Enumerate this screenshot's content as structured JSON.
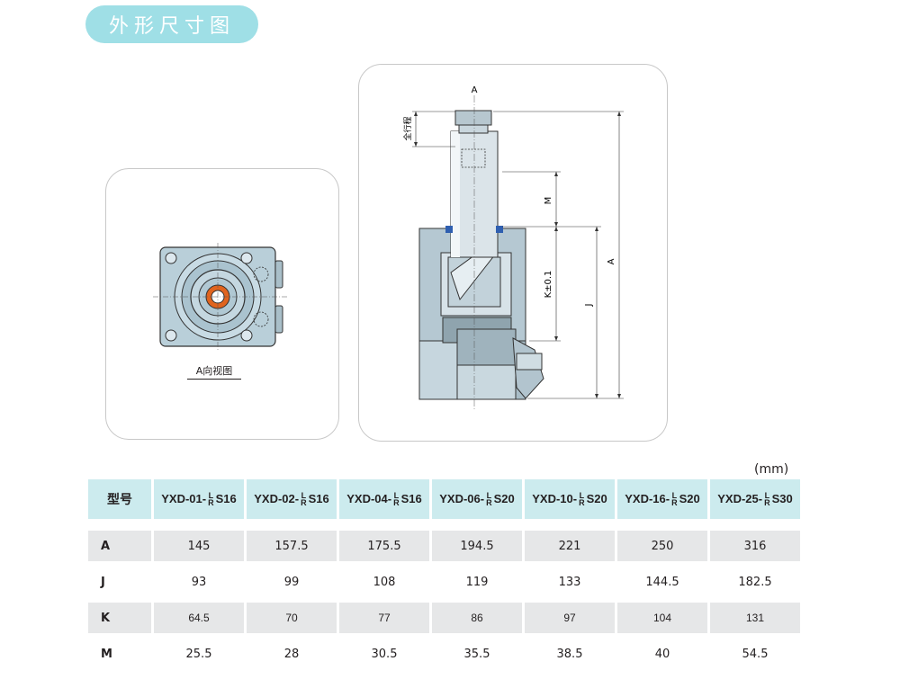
{
  "section_title": "外形尺寸图",
  "left_view": {
    "caption": "A向视图"
  },
  "drawing": {
    "label_top": "A",
    "label_stroke": "全行程",
    "label_M": "M",
    "label_K": "K±0.1",
    "label_J": "J",
    "label_A": "A"
  },
  "unit": "(mm)",
  "table": {
    "header_label": "型号",
    "models": [
      {
        "prefix": "YXD-01-",
        "suffix": "S16"
      },
      {
        "prefix": "YXD-02-",
        "suffix": "S16"
      },
      {
        "prefix": "YXD-04-",
        "suffix": "S16"
      },
      {
        "prefix": "YXD-06-",
        "suffix": "S20"
      },
      {
        "prefix": "YXD-10-",
        "suffix": "S20"
      },
      {
        "prefix": "YXD-16-",
        "suffix": "S20"
      },
      {
        "prefix": "YXD-25-",
        "suffix": "S30"
      }
    ],
    "lr_top": "L",
    "lr_bottom": "R",
    "rows": [
      {
        "label": "A",
        "values": [
          "145",
          "157.5",
          "175.5",
          "194.5",
          "221",
          "250",
          "316"
        ]
      },
      {
        "label": "J",
        "values": [
          "93",
          "99",
          "108",
          "119",
          "133",
          "144.5",
          "182.5"
        ]
      },
      {
        "label": "K",
        "values": [
          "64.5",
          "70",
          "77",
          "86",
          "97",
          "104",
          "131"
        ]
      },
      {
        "label": "M",
        "values": [
          "25.5",
          "28",
          "30.5",
          "35.5",
          "38.5",
          "40",
          "54.5"
        ]
      }
    ]
  }
}
